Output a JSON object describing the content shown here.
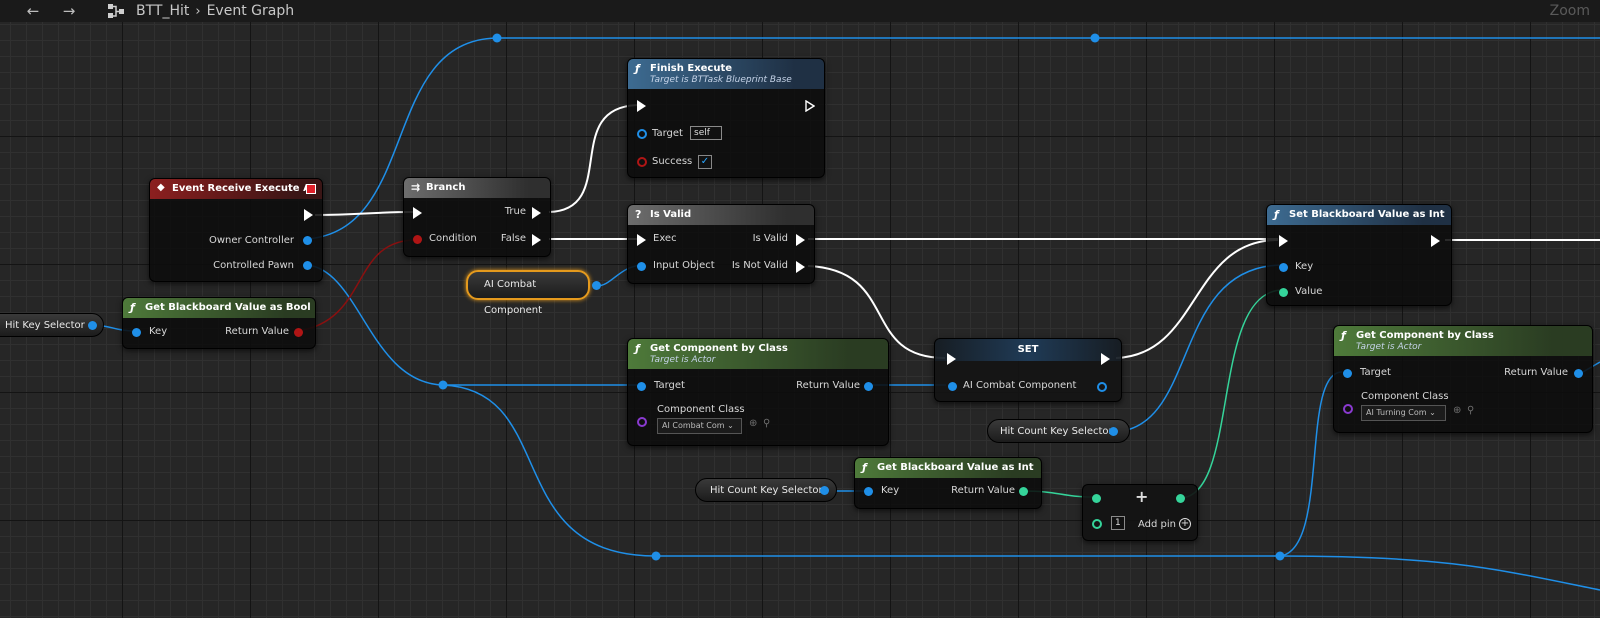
{
  "breadcrumb": {
    "asset": "BTT_Hit",
    "graph": "Event Graph",
    "zoom": "Zoom"
  },
  "nodes": {
    "finish_execute": {
      "title": "Finish Execute",
      "subtitle": "Target is BTTask Blueprint Base",
      "target_label": "Target",
      "target_value": "self",
      "success_label": "Success"
    },
    "event_receive": {
      "title": "Event Receive Execute AI",
      "owner_label": "Owner Controller",
      "pawn_label": "Controlled Pawn"
    },
    "branch": {
      "title": "Branch",
      "condition_label": "Condition",
      "true_label": "True",
      "false_label": "False"
    },
    "is_valid": {
      "title": "Is Valid",
      "exec_label": "Exec",
      "input_label": "Input Object",
      "is_valid_label": "Is Valid",
      "is_not_valid_label": "Is Not Valid"
    },
    "get_bb_bool": {
      "title": "Get Blackboard Value as Bool",
      "key_label": "Key",
      "return_label": "Return Value"
    },
    "get_comp_1": {
      "title": "Get Component by Class",
      "subtitle": "Target is Actor",
      "target_label": "Target",
      "return_label": "Return Value",
      "class_label": "Component Class",
      "class_value": "AI Combat Com"
    },
    "set_node": {
      "title": "SET",
      "var_label": "AI Combat Component"
    },
    "set_bb_int": {
      "title": "Set Blackboard Value as Int",
      "key_label": "Key",
      "value_label": "Value"
    },
    "get_comp_2": {
      "title": "Get Component by Class",
      "subtitle": "Target is Actor",
      "target_label": "Target",
      "return_label": "Return Value",
      "class_label": "Component Class",
      "class_value": "AI Turning Com"
    },
    "get_bb_int": {
      "title": "Get Blackboard Value as Int",
      "key_label": "Key",
      "return_label": "Return Value"
    },
    "add_node": {
      "plus": "+",
      "one": "1",
      "add_pin": "Add pin"
    }
  },
  "variables": {
    "hit_key_selector": "Hit Key Selector",
    "ai_combat_component": "AI Combat Component",
    "hit_count_key_selector_1": "Hit Count Key Selector",
    "hit_count_key_selector_2": "Hit Count Key Selector"
  },
  "colors": {
    "object_pin": "#1f8fe8",
    "bool_pin": "#b01515",
    "int_pin": "#35d49a",
    "class_pin": "#8a3ad0",
    "exec_pin": "#ffffff",
    "selection": "#e59a1d"
  }
}
